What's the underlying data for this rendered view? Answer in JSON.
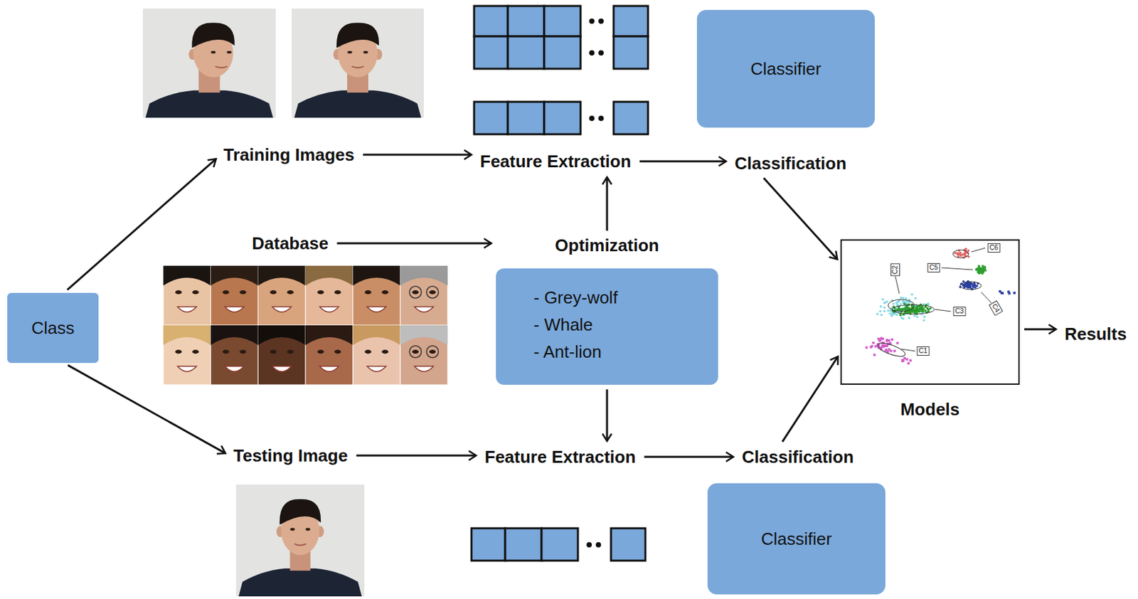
{
  "diagram": {
    "nodes": [
      {
        "text": [
          "Class"
        ]
      },
      {
        "text": [
          "Training Images"
        ]
      },
      {
        "text": [
          "Feature Extraction"
        ]
      },
      {
        "text": [
          "Classifier"
        ]
      },
      {
        "text": [
          "Classification"
        ]
      },
      {
        "text": [
          "Database"
        ]
      },
      {
        "text": [
          "Optimization",
          "- Grey-wolf",
          "- Whale",
          "- Ant-lion"
        ]
      },
      {
        "text": [
          "Models"
        ]
      },
      {
        "text": [
          "Results"
        ]
      },
      {
        "text": [
          "Testing Image"
        ]
      },
      {
        "text": [
          "Feature Extraction"
        ]
      },
      {
        "text": [
          "Classification"
        ]
      },
      {
        "text": [
          "Classifier"
        ]
      }
    ],
    "edges": [
      {
        "from": 0,
        "to": 1,
        "arrow": "to"
      },
      {
        "from": 0,
        "to": 9,
        "arrow": "to"
      },
      {
        "from": 1,
        "to": 2,
        "arrow": "to"
      },
      {
        "from": 2,
        "to": 4,
        "arrow": "to"
      },
      {
        "from": 4,
        "to": 7,
        "arrow": "to"
      },
      {
        "from": 5,
        "to": 6,
        "arrow": "to"
      },
      {
        "from": 6,
        "to": 2,
        "arrow": "to"
      },
      {
        "from": 6,
        "to": 10,
        "arrow": "to"
      },
      {
        "from": 9,
        "to": 10,
        "arrow": "to"
      },
      {
        "from": 10,
        "to": 11,
        "arrow": "to"
      },
      {
        "from": 11,
        "to": 7,
        "arrow": "to"
      },
      {
        "from": 7,
        "to": 8,
        "arrow": "to"
      }
    ],
    "labels": [
      "C6",
      "C2",
      "C5",
      "C3",
      "C4",
      "C1"
    ]
  }
}
